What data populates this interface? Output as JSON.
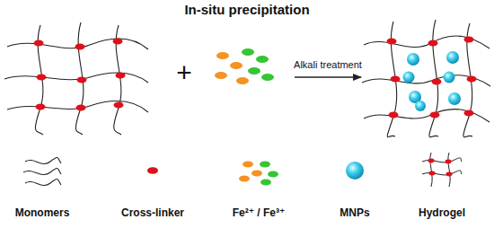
{
  "diagram": {
    "title": "In-situ precipitation",
    "labels": [
      "+",
      "Alkali treatment"
    ],
    "legend": [
      {
        "text": "Monomers"
      },
      {
        "text": "Cross-linker"
      },
      {
        "text": "Fe²⁺ / Fe³⁺"
      },
      {
        "text": "MNPs"
      },
      {
        "text": "Hydrogel"
      }
    ]
  }
}
